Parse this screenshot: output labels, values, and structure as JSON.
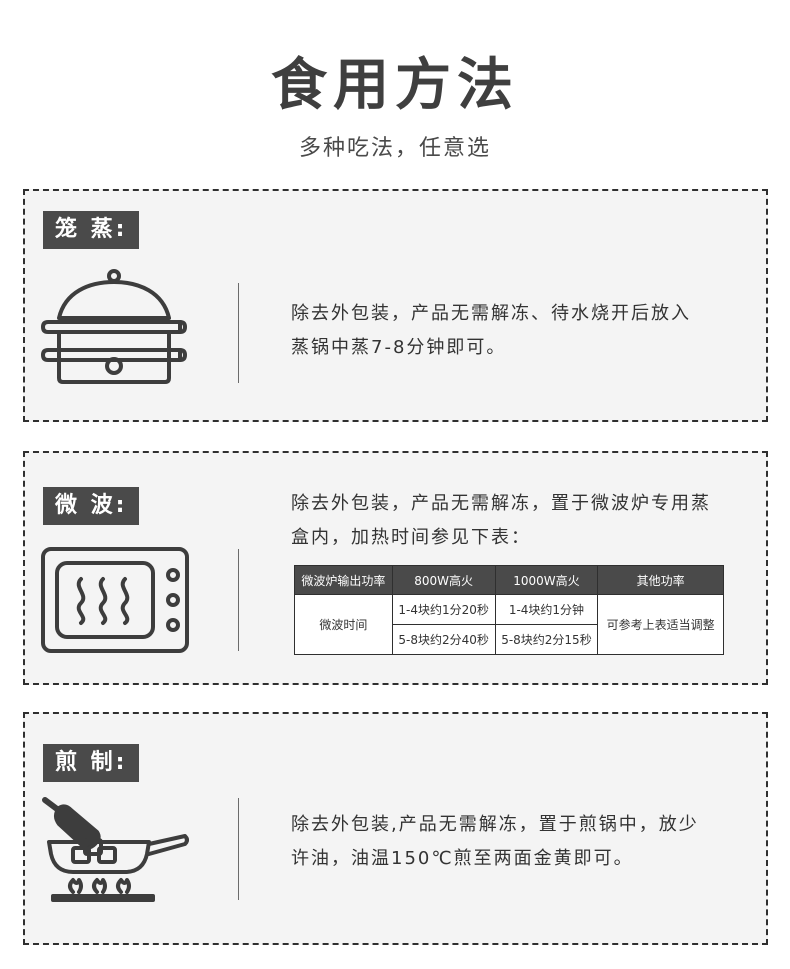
{
  "header": {
    "title": "食用方法",
    "subtitle": "多种吃法，任意选"
  },
  "sections": [
    {
      "tag": "笼 蒸:",
      "icon": "steamer-icon",
      "text": [
        "除去外包装，产品无需解冻、待水烧开后放入",
        "蒸锅中蒸7-8分钟即可。"
      ]
    },
    {
      "tag": "微 波:",
      "icon": "microwave-icon",
      "text": [
        "除去外包装，产品无需解冻，置于微波炉专用蒸",
        "盒内，加热时间参见下表："
      ],
      "table": {
        "headers": [
          "微波炉输出功率",
          "800W高火",
          "1000W高火",
          "其他功率"
        ],
        "row_label": "微波时间",
        "rows": [
          [
            "1-4块约1分20秒",
            "1-4块约1分钟"
          ],
          [
            "5-8块约2分40秒",
            "5-8块约2分15秒"
          ]
        ],
        "note": "可参考上表适当调整"
      }
    },
    {
      "tag": "煎 制:",
      "icon": "frying-pan-icon",
      "text": [
        "除去外包装,产品无需解冻，置于煎锅中，放少",
        "许油，油温150℃煎至两面金黄即可。"
      ]
    }
  ],
  "colors": {
    "tag_bg": "#4a4a4a",
    "card_bg": "#f4f4f4",
    "border": "#2f2f2f"
  }
}
